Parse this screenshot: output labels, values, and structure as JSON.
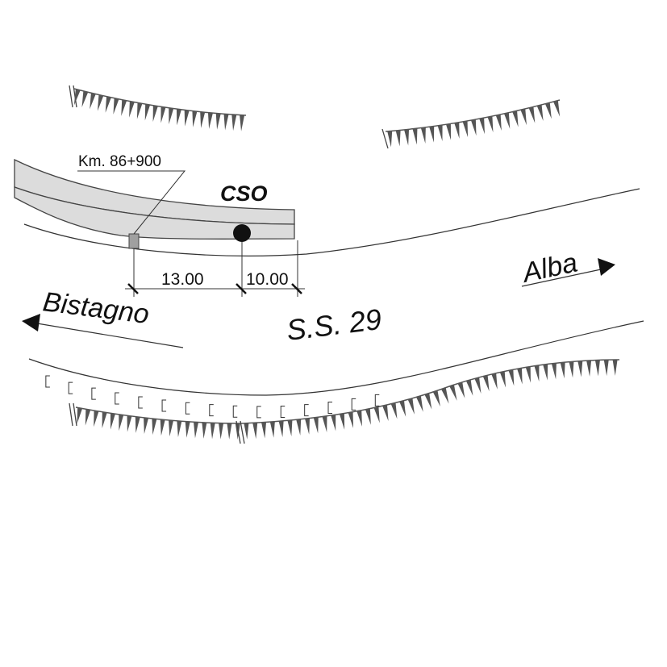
{
  "labels": {
    "km": "Km. 86+900",
    "station": "CSO",
    "dim_left": "13.00",
    "dim_right": "10.00",
    "road": "S.S. 29",
    "dir_left": "Bistagno",
    "dir_right": "Alba"
  },
  "colors": {
    "line": "#333333",
    "bridge_fill": "#dcdcdc",
    "embankment": "#555555",
    "marker_fill": "#a0a0a0",
    "station_dot": "#111111"
  }
}
